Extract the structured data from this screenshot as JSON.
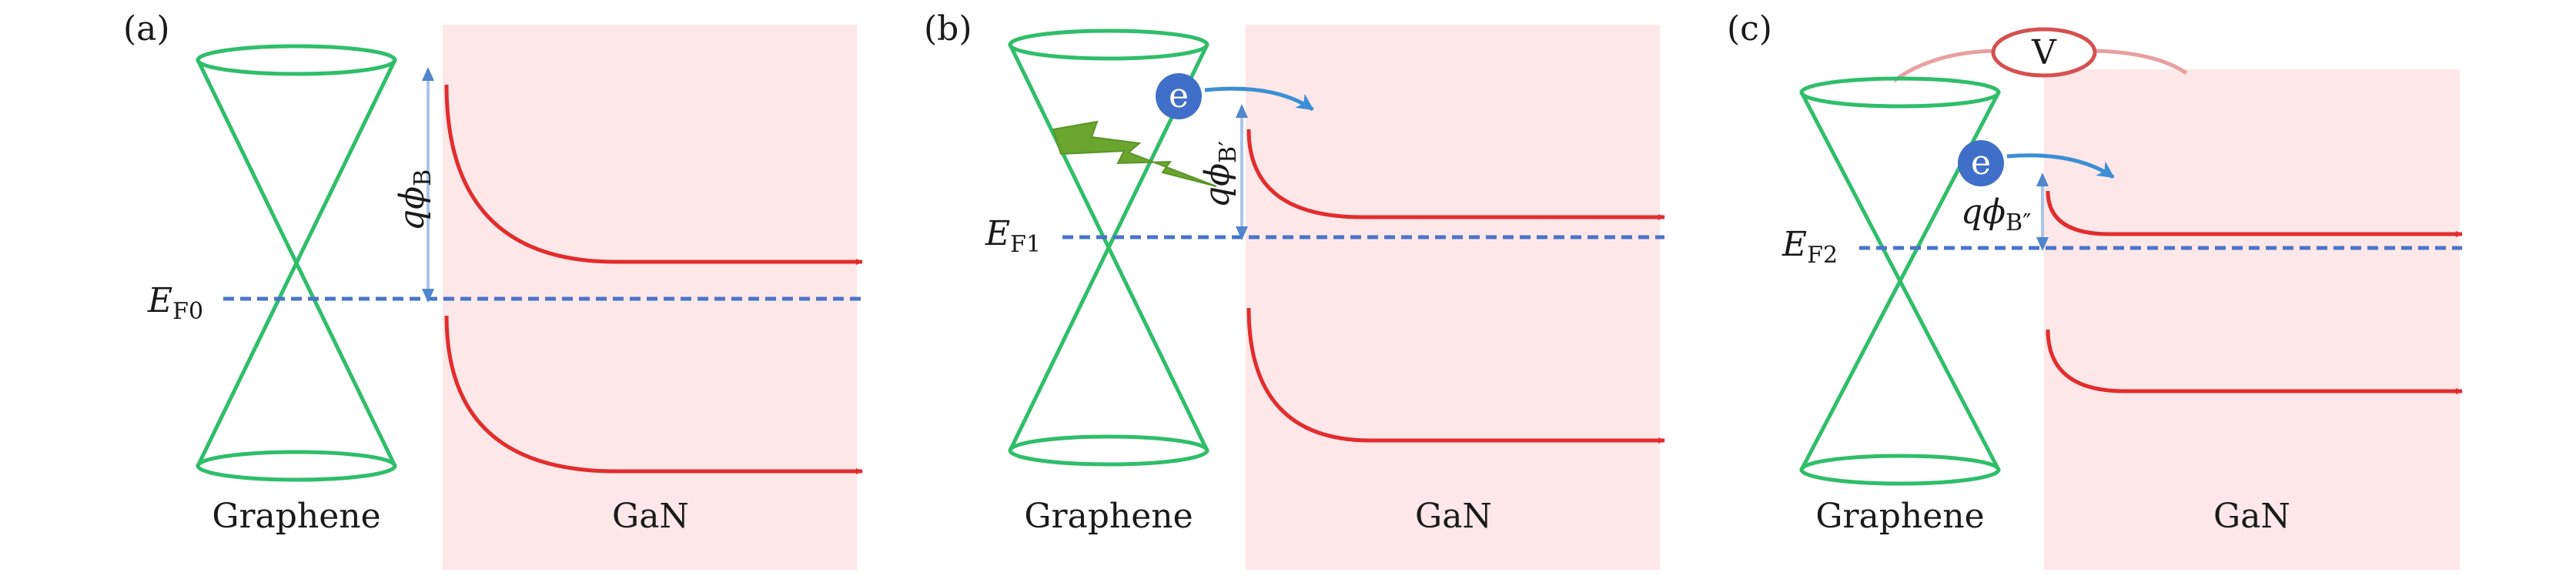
{
  "colors": {
    "gan_fill": "#fde7e8",
    "cone": "#2fbe6a",
    "band": "#e32c2c",
    "fermi": "#4a74c9",
    "barrier_arrow": "#a9c6ea",
    "electron": "#3f6fc8",
    "flow_arrow": "#3b8fd4",
    "light": "#6aa52e",
    "voltage": "#d65050",
    "voltage_wire": "#e8a0a0"
  },
  "panels": [
    {
      "tag": "(a)",
      "graphene_label": "Graphene",
      "gan_label": "GaN",
      "fermi": {
        "main": "E",
        "sub": "F0"
      },
      "barrier": {
        "q": "q",
        "phi": "ϕ",
        "sub": "B"
      }
    },
    {
      "tag": "(b)",
      "graphene_label": "Graphene",
      "gan_label": "GaN",
      "fermi": {
        "main": "E",
        "sub": "F1"
      },
      "barrier": {
        "q": "q",
        "phi": "ϕ",
        "sub": "B′"
      },
      "electron": "e",
      "light_icon": "lightning-icon"
    },
    {
      "tag": "(c)",
      "graphene_label": "Graphene",
      "gan_label": "GaN",
      "fermi": {
        "main": "E",
        "sub": "F2"
      },
      "barrier": {
        "q": "q",
        "phi": "ϕ",
        "sub": "B″"
      },
      "electron": "e",
      "voltage": "V"
    }
  ]
}
